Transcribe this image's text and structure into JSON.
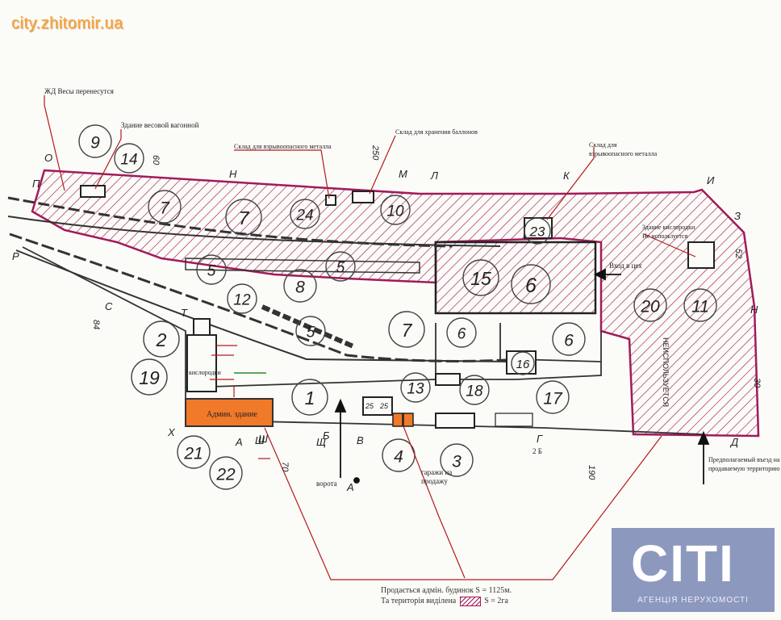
{
  "site_url": "city.zhitomir.ua",
  "logo": {
    "mark": "CITI",
    "subtitle": "АГЕНЦІЯ НЕРУХОМОСТІ"
  },
  "colors": {
    "hatch": "#a21a5a",
    "admin_building": "#f07a2a",
    "pointer": "#b11c1c",
    "line": "#333333"
  },
  "annotations": {
    "zhd_vesy": "ЖД Весы перенесутся",
    "vesovoy": "Здание весовой вагонной",
    "sklad_metal_left": "Склад для взрывоопасного металла",
    "sklad_ballonov": "Склад для хранения баллонов",
    "sklad_metal_right": "Склад для взрывоопасного металла",
    "kislorodka": "Здание кислородки Не используется",
    "vhod": "Вход в цех",
    "ne_ispolzuetsya": "НЕИСПОЛЬЗУЕТСЯ",
    "admin": "Админ. здание",
    "vorota": "ворота",
    "garage": "гаражи на продажу",
    "kislorodka_small": "кислородки",
    "gate_label": "2 Б",
    "entry": "Предполагаемый въезд на продаваемую территорию"
  },
  "footer": {
    "line1": "Продається адмін. будинок S = 1125м.",
    "line2a": "Та територія виділена",
    "line2b": "S = 2га"
  },
  "numbers": [
    "9",
    "14",
    "7",
    "7",
    "24",
    "10",
    "23",
    "5",
    "5",
    "8",
    "15",
    "6",
    "12",
    "5",
    "7",
    "6",
    "6",
    "16",
    "2",
    "19",
    "1",
    "13",
    "18",
    "17",
    "4",
    "3",
    "21",
    "22",
    "11",
    "20",
    "25",
    "25"
  ],
  "letters": [
    "О",
    "П",
    "Н",
    "М",
    "Л",
    "К",
    "И",
    "З",
    "Н",
    "Р",
    "С",
    "Т",
    "Х",
    "Ш",
    "Щ",
    "В",
    "Г",
    "Д",
    "А",
    "А",
    "Б",
    "Ш"
  ],
  "dims": [
    "250",
    "60",
    "52",
    "84",
    "30",
    "70",
    "190"
  ]
}
